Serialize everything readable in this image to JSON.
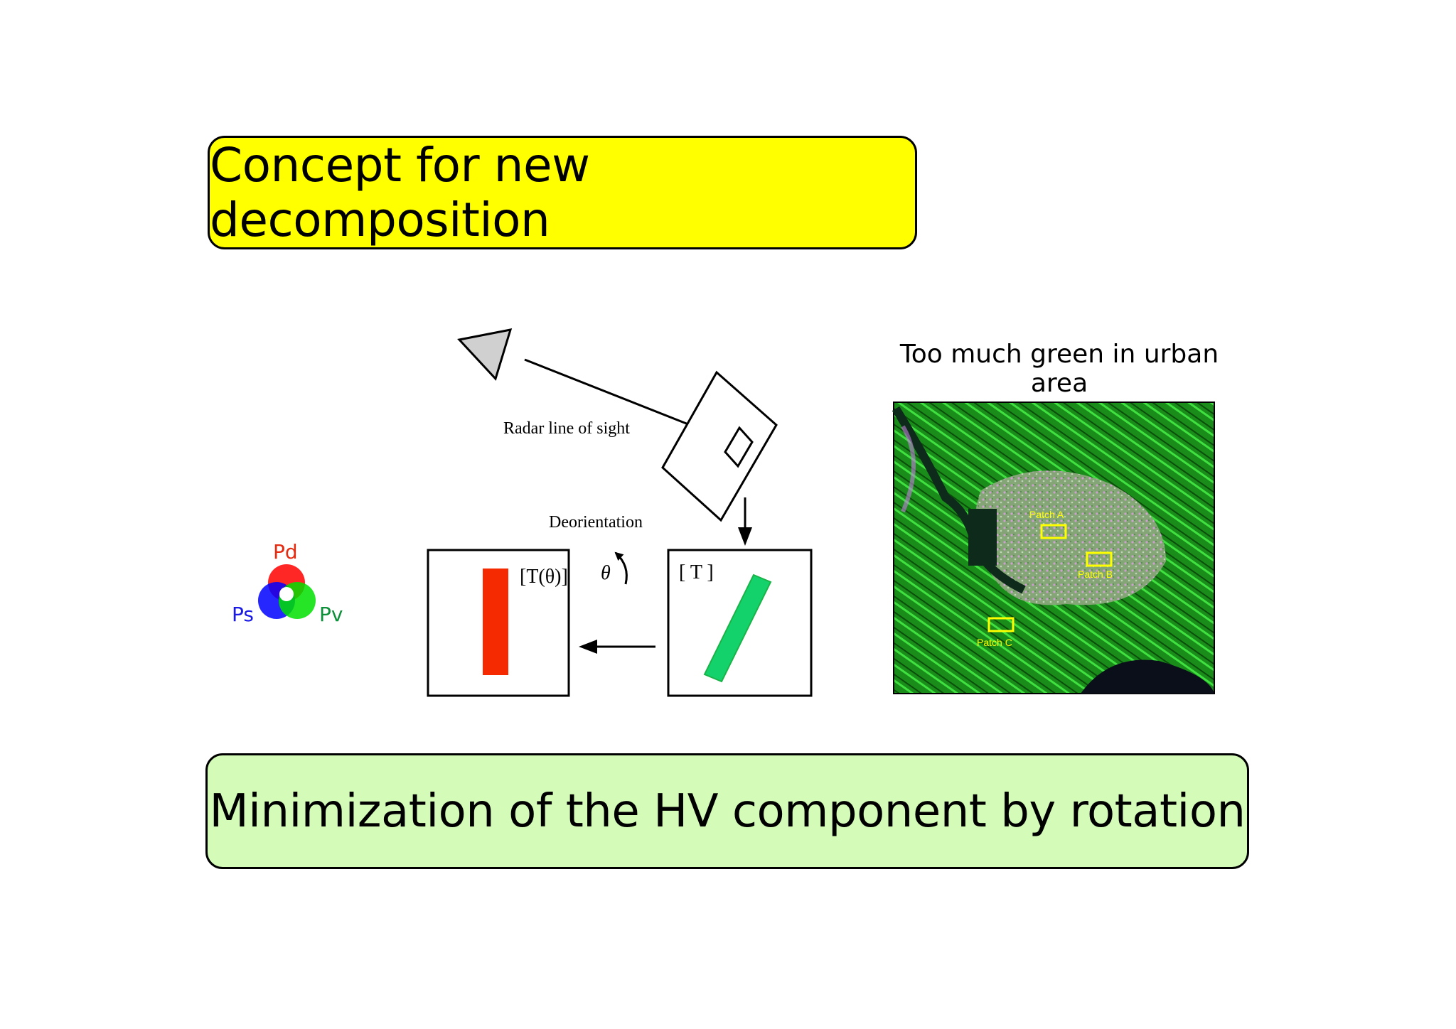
{
  "title": "Concept for new decomposition",
  "subtitle": "Minimization of the HV component by rotation",
  "map_caption": "Too much green in urban area",
  "diagram": {
    "radar_label": "Radar line of sight",
    "deorientation_label": "Deorientation",
    "theta": "θ",
    "matrix_rotated": "[T(θ)]",
    "matrix_original": "[ T ]"
  },
  "legend": {
    "pd": "Pd",
    "ps": "Ps",
    "pv": "Pv"
  },
  "patches": [
    "Patch A",
    "Patch B",
    "Patch C"
  ],
  "colors": {
    "title_bg": "#ffff00",
    "subtitle_bg": "#d4fcb8",
    "red_bar": "#f52a00",
    "green_bar": "#14d26b",
    "map_green": "#1e9a1e"
  },
  "icons": {
    "radar": "gray-triangle-radar-icon",
    "surface": "tilted-surface-patch-icon"
  }
}
